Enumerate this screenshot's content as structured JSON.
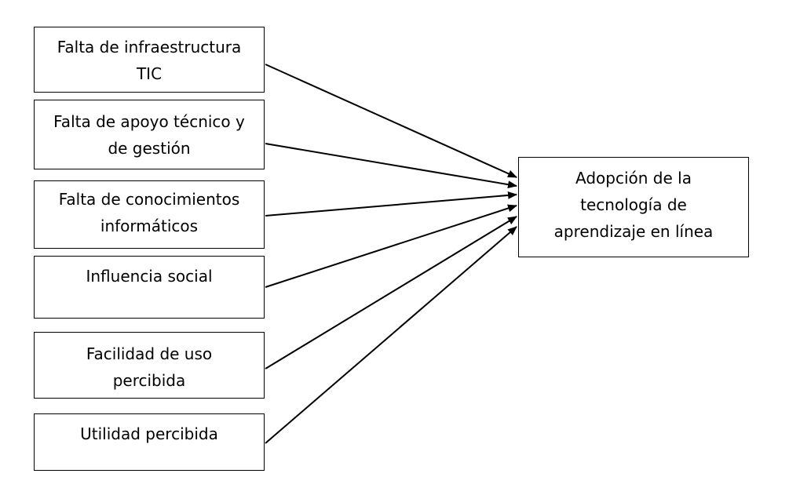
{
  "diagram": {
    "factors": [
      {
        "lines": [
          "Falta de infraestructura",
          "TIC"
        ]
      },
      {
        "lines": [
          "Falta de apoyo técnico y",
          "de gestión"
        ]
      },
      {
        "lines": [
          "Falta de conocimientos",
          "informáticos"
        ]
      },
      {
        "lines": [
          "Influencia social"
        ]
      },
      {
        "lines": [
          "Facilidad de uso",
          "percibida"
        ]
      },
      {
        "lines": [
          "Utilidad percibida"
        ]
      }
    ],
    "outcome": {
      "lines": [
        "Adopción de la",
        "tecnología de",
        "aprendizaje en línea"
      ]
    },
    "colors": {
      "stroke": "#000000",
      "background": "#ffffff",
      "text": "#000000"
    }
  }
}
